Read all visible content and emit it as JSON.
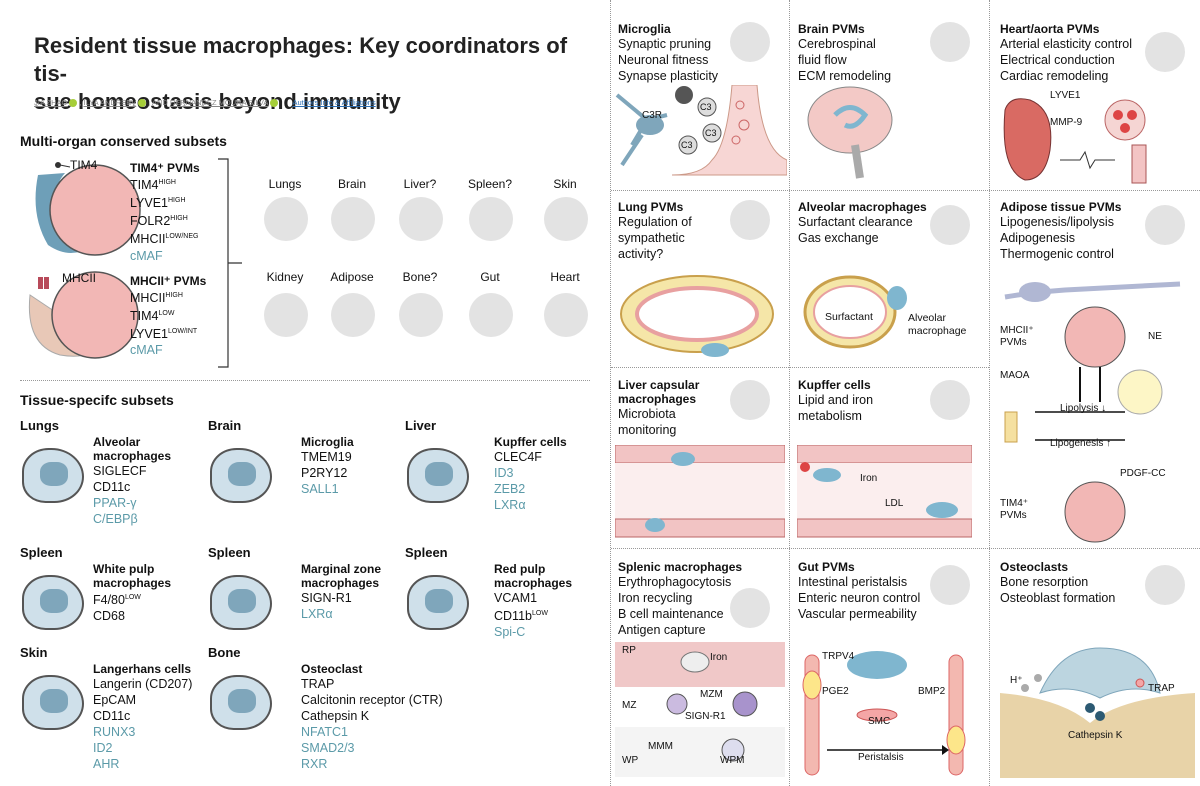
{
  "header": {
    "title": "Resident tissue macrophages: Key coordinators of tis-sue homeostasis beyond immunity",
    "title_line1": "Resident tissue macrophages: Key coordinators of tis-",
    "title_line2": "sue homeostasis beyond immunity",
    "author1": "JIA ZHAO",
    "author2": "ILYA ANDREEV",
    "author3": "HERNANDEZ MOURA SILVA",
    "and": ", AND",
    "sep": ",",
    "affil_link": "Authors Info & Affiliations"
  },
  "conserved": {
    "heading": "Multi-organ conserved subsets",
    "tim4_tag": "TIM4",
    "mhcii_tag": "MHCII",
    "tim4_title": "TIM4⁺ PVMs",
    "tim4_markers": [
      {
        "name": "TIM4",
        "sup": "HIGH"
      },
      {
        "name": "LYVE1",
        "sup": "HIGH"
      },
      {
        "name": "FOLR2",
        "sup": "HIGH"
      },
      {
        "name": "MHCII",
        "sup": "LOW/NEG"
      }
    ],
    "tim4_tf": "cMAF",
    "mhcii_title": "MHCII⁺ PVMs",
    "mhcii_markers": [
      {
        "name": "MHCII",
        "sup": "HIGH"
      },
      {
        "name": "TIM4",
        "sup": "LOW"
      },
      {
        "name": "LYVE1",
        "sup": "LOW/INT"
      }
    ],
    "mhcii_tf": "cMAF",
    "organs_row1": [
      "Lungs",
      "Brain",
      "Liver?",
      "Spleen?",
      "Skin"
    ],
    "organs_row2": [
      "Kidney",
      "Adipose",
      "Bone?",
      "Gut",
      "Heart"
    ]
  },
  "specific": {
    "heading": "Tissue-specifc subsets",
    "cells": [
      {
        "organ": "Lungs",
        "name": "Alveolar macrophages",
        "markers": [
          "SIGLECF",
          "CD11c"
        ],
        "tfs": [
          "PPAR-γ",
          "C/EBPβ"
        ]
      },
      {
        "organ": "Brain",
        "name": "Microglia",
        "markers": [
          "TMEM19",
          "P2RY12"
        ],
        "tfs": [
          "SALL1"
        ]
      },
      {
        "organ": "Liver",
        "name": "Kupffer cells",
        "markers": [
          "CLEC4F"
        ],
        "tfs": [
          "ID3",
          "ZEB2",
          "LXRα"
        ]
      },
      {
        "organ": "Spleen",
        "name": "White pulp macrophages",
        "markers": [
          "F4/80",
          "CD68"
        ],
        "tfs": []
      },
      {
        "organ": "Spleen",
        "name": "Marginal zone macrophages",
        "markers": [
          "SIGN-R1"
        ],
        "tfs": [
          "LXRα"
        ]
      },
      {
        "organ": "Spleen",
        "name": "Red pulp macrophages",
        "markers": [
          "VCAM1",
          "CD11b"
        ],
        "tfs": [
          "Spi-C"
        ]
      },
      {
        "organ": "Skin",
        "name": "Langerhans cells",
        "markers": [
          "Langerin (CD207)",
          "EpCAM",
          "CD11c"
        ],
        "tfs": [
          "RUNX3",
          "ID2",
          "AHR"
        ]
      },
      {
        "organ": "Bone",
        "name": "Osteoclast",
        "markers": [
          "TRAP",
          "Calcitonin receptor (CTR)",
          "Cathepsin K"
        ],
        "tfs": [
          "NFATC1",
          "SMAD2/3",
          "RXR"
        ]
      }
    ],
    "wp_sup": "LOW",
    "rp_sup": "LOW"
  },
  "panels": {
    "microglia": {
      "title": "Microglia",
      "lines": [
        "Synaptic pruning",
        "Neuronal fitness",
        "Synapse plasticity"
      ],
      "labels": [
        "C3R",
        "C3",
        "C3",
        "C3"
      ]
    },
    "brain_pvms": {
      "title": "Brain PVMs",
      "lines": [
        "Cerebrospinal",
        "fluid flow",
        "ECM remodeling"
      ]
    },
    "heart": {
      "title": "Heart/aorta PVMs",
      "lines": [
        "Arterial elasticity control",
        "Electrical conduction",
        "Cardiac remodeling"
      ],
      "labels": [
        "LYVE1",
        "MMP-9"
      ]
    },
    "lung_pvms": {
      "title": "Lung PVMs",
      "lines": [
        "Regulation of",
        "sympathetic",
        "activity?"
      ]
    },
    "alveolar": {
      "title": "Alveolar macrophages",
      "lines": [
        "Surfactant clearance",
        "Gas exchange"
      ],
      "labels": [
        "Surfactant",
        "Alveolar",
        "macrophage"
      ]
    },
    "adipose": {
      "title": "Adipose tissue PVMs",
      "lines": [
        "Lipogenesis/lipolysis",
        "Adipogenesis",
        "Thermogenic control"
      ],
      "labels": [
        "MHCII⁺",
        "PVMs",
        "NE",
        "MAOA",
        "Lipolysis ↓",
        "Lipogenesis ↑",
        "PDGF-CC",
        "TIM4⁺",
        "PVMs"
      ]
    },
    "liver_cap": {
      "title": "Liver capsular macrophages",
      "title1": "Liver capsular",
      "title2": "macrophages",
      "lines": [
        "Microbiota",
        "monitoring"
      ]
    },
    "kupffer": {
      "title": "Kupffer cells",
      "lines": [
        "Lipid and iron",
        "metabolism"
      ],
      "labels": [
        "Iron",
        "LDL"
      ]
    },
    "splenic": {
      "title": "Splenic macrophages",
      "lines": [
        "Erythrophagocytosis",
        "Iron recycling",
        "B cell maintenance",
        "Antigen capture"
      ],
      "labels": [
        "RP",
        "Iron",
        "MZ",
        "MZM",
        "SIGN-R1",
        "MMM",
        "WP",
        "WPM"
      ]
    },
    "gut": {
      "title": "Gut PVMs",
      "lines": [
        "Intestinal peristalsis",
        "Enteric neuron control",
        "Vascular permeability"
      ],
      "labels": [
        "TRPV4",
        "PGE2",
        "BMP2",
        "SMC",
        "Peristalsis"
      ]
    },
    "osteoclasts": {
      "title": "Osteoclasts",
      "lines": [
        "Bone resorption",
        "Osteoblast formation"
      ],
      "labels": [
        "H⁺",
        "TRAP",
        "Cathepsin K"
      ]
    }
  }
}
